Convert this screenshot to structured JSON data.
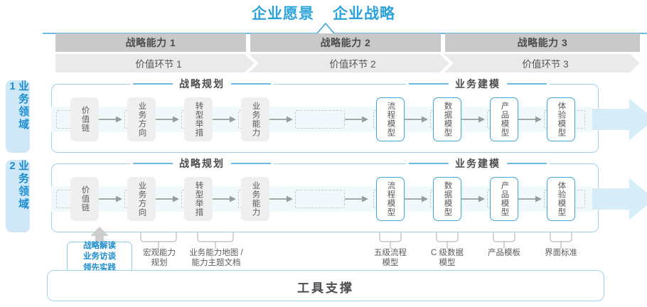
{
  "header": {
    "titles": [
      "企业愿景",
      "企业战略"
    ],
    "accent_color": "#2da3dd"
  },
  "capabilities": [
    {
      "label": "战略能力 1"
    },
    {
      "label": "战略能力 2"
    },
    {
      "label": "战略能力 3"
    }
  ],
  "value_links": [
    {
      "label": "价值环节 1"
    },
    {
      "label": "价值环节 2"
    },
    {
      "label": "价值环节 3"
    }
  ],
  "domains": [
    {
      "label": "业务领域 1"
    },
    {
      "label": "业务领域 2"
    }
  ],
  "sections": [
    {
      "label": "战略规划"
    },
    {
      "label": "业务建模"
    }
  ],
  "row1": {
    "section_planning": "战略规划",
    "section_modeling": "业务建模",
    "nodes": [
      {
        "label": "价值链",
        "style": "gray"
      },
      {
        "label": "业务方向",
        "style": "gray"
      },
      {
        "label": "转型举措",
        "style": "gray"
      },
      {
        "label": "业务能力",
        "style": "gray"
      },
      {
        "label": "流程模型",
        "style": "blue"
      },
      {
        "label": "数据模型",
        "style": "blue"
      },
      {
        "label": "产品模型",
        "style": "blue"
      },
      {
        "label": "体验模型",
        "style": "blue"
      }
    ]
  },
  "row2": {
    "section_planning": "战略规划",
    "section_modeling": "业务建模",
    "nodes": [
      {
        "label": "价值链",
        "style": "gray"
      },
      {
        "label": "业务方向",
        "style": "gray"
      },
      {
        "label": "转型举措",
        "style": "gray"
      },
      {
        "label": "业务能力",
        "style": "gray"
      },
      {
        "label": "流程模型",
        "style": "blue"
      },
      {
        "label": "数据模型",
        "style": "blue"
      },
      {
        "label": "产品模型",
        "style": "blue"
      },
      {
        "label": "体验模型",
        "style": "blue"
      }
    ]
  },
  "tool_labels": [
    {
      "label": "战略解读\n业务访谈\n领先实践",
      "highlight": true
    },
    {
      "label": "宏观能力\n规划",
      "highlight": false
    },
    {
      "label": "业务能力地图 /\n能力主题文档",
      "highlight": false
    },
    {
      "label": "五级流程\n模型",
      "highlight": false
    },
    {
      "label": "C 级数据\n模型",
      "highlight": false
    },
    {
      "label": "产品模板",
      "highlight": false
    },
    {
      "label": "界面标准",
      "highlight": false
    }
  ],
  "footer": {
    "label": "工具支撑"
  },
  "colors": {
    "accent_blue": "#2da3dd",
    "node_blue_border": "#3ea4dc",
    "node_gray": "#efefef",
    "cap_bar": "#c9c9c9",
    "val_bar": "#eaeaea",
    "band": "#f2f9fd",
    "domain_chip": "#cfe8f7",
    "text_dark": "#4d4d4d"
  }
}
